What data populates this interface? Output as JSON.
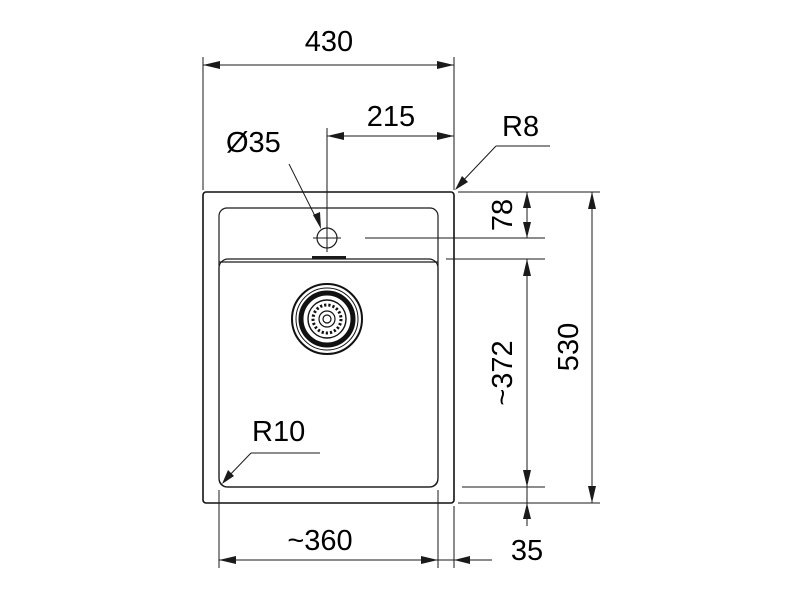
{
  "diagram": {
    "labels": {
      "overall_width": "430",
      "tap_offset": "215",
      "tap_hole": "Ø35",
      "outer_radius": "R8",
      "tap_zone_depth": "78",
      "overall_depth": "530",
      "bowl_depth": "~372",
      "inner_radius": "R10",
      "bowl_width": "~360",
      "rim_offset": "35"
    },
    "colors": {
      "line": "#1a1a1a",
      "background": "#ffffff"
    }
  }
}
